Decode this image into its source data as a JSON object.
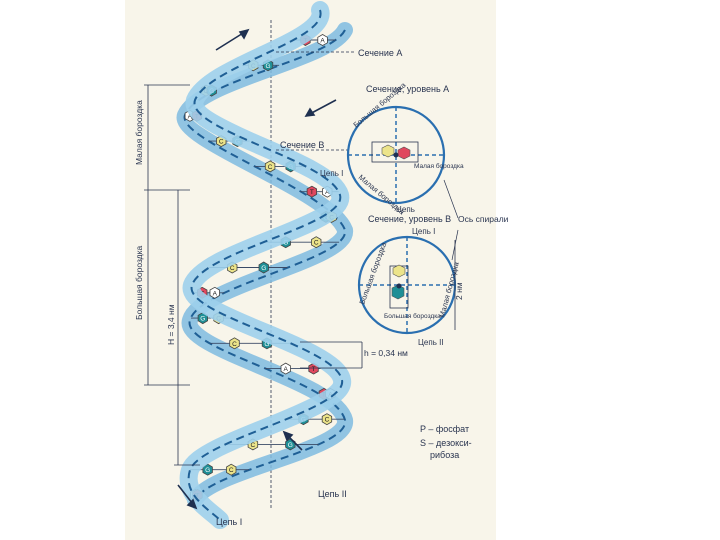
{
  "labels": {
    "section_a": "Сечение А",
    "section_a_level": "Сечение, уровень А",
    "section_b": "Сечение В",
    "section_b_level": "Сечение, уровень В",
    "axis": "Ось спирали",
    "chain1_bottom": "Цепь I",
    "chain2_bottom": "Цепь II",
    "chain1_mid": "Цепь I",
    "chain2_mid": "Цепь II",
    "chain1_top": "Цепь I",
    "chain_a": "Цепь",
    "minor_groove": "Малая бороздка",
    "major_groove": "Большая бороздка",
    "h_value": "h = 0,34 нм",
    "H_value": "H = 3,4 нм",
    "diameter": "2 нм",
    "circle_a_major": "Большая бороздка",
    "circle_a_minor": "Малая бороздка",
    "circle_a_small": "Малая бороздка",
    "circle_b_major": "Большая бороздка",
    "circle_b_minor": "Малая бороздка",
    "circle_b_small": "Большая бороздка",
    "legend_p": "P – фосфат",
    "legend_s1": "S – дезокси-",
    "legend_s2": "рибоза",
    "T": "T",
    "A": "A",
    "C": "C",
    "G": "G",
    "P": "P",
    "S": "S"
  },
  "colors": {
    "strand": "#8fc6e6",
    "strand_dark": "#2f7fb8",
    "thymine": "#e0485e",
    "adenine": "#ffffff",
    "guanine": "#1f8f96",
    "cytosine": "#ece48a",
    "ink": "#2a3550"
  },
  "base_pairs": [
    {
      "left": "T",
      "right": "A"
    },
    {
      "left": "C",
      "right": "G"
    },
    {
      "left": "C",
      "right": "G"
    },
    {
      "left": "A",
      "right": "T"
    },
    {
      "left": "C",
      "right": "G"
    },
    {
      "left": "C",
      "right": "G"
    },
    {
      "left": "T",
      "right": "A"
    },
    {
      "left": "G",
      "right": "C"
    },
    {
      "left": "G",
      "right": "C"
    },
    {
      "left": "C",
      "right": "G"
    },
    {
      "left": "T",
      "right": "A"
    },
    {
      "left": "G",
      "right": "C"
    },
    {
      "left": "C",
      "right": "G"
    },
    {
      "left": "A",
      "right": "T"
    },
    {
      "left": "T",
      "right": "A"
    },
    {
      "left": "G",
      "right": "C"
    },
    {
      "left": "C",
      "right": "G"
    },
    {
      "left": "G",
      "right": "C"
    },
    {
      "left": "A",
      "right": "T"
    }
  ]
}
